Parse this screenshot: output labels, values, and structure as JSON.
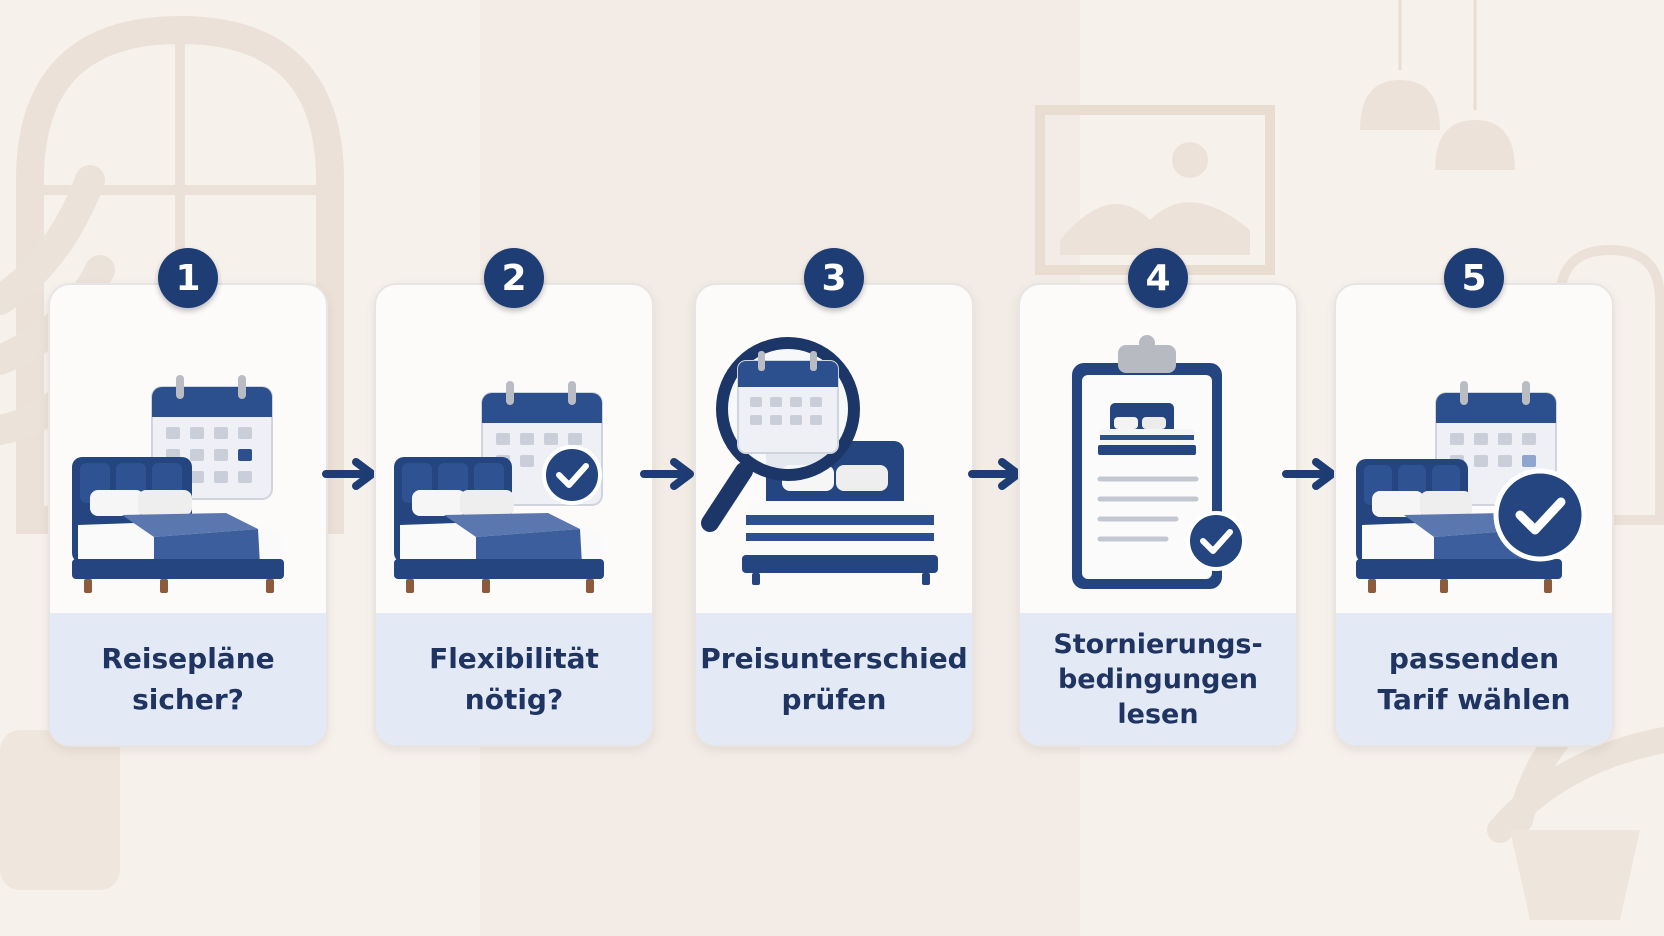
{
  "steps": [
    {
      "number": "1",
      "caption_lines": [
        "Reisepläne",
        "sicher?"
      ],
      "icons": [
        "bed-icon",
        "calendar-icon"
      ]
    },
    {
      "number": "2",
      "caption_lines": [
        "Flexibilität",
        "nötig?"
      ],
      "icons": [
        "bed-icon",
        "calendar-icon",
        "checkmark-icon"
      ]
    },
    {
      "number": "3",
      "caption_lines": [
        "Preisunterschied",
        "prüfen"
      ],
      "icons": [
        "bed-icon",
        "magnifier-icon",
        "calendar-icon"
      ]
    },
    {
      "number": "4",
      "caption_lines": [
        "Stornierungs-",
        "bedingungen",
        "lesen"
      ],
      "icons": [
        "clipboard-icon",
        "bed-icon",
        "checkmark-icon"
      ]
    },
    {
      "number": "5",
      "caption_lines": [
        "passenden",
        "Tarif wählen"
      ],
      "icons": [
        "bed-icon",
        "calendar-icon",
        "checkmark-icon"
      ]
    }
  ],
  "colors": {
    "navy": "#1f3d75",
    "caption_background": "#e3eaf5",
    "background": "#f7f1ec"
  }
}
